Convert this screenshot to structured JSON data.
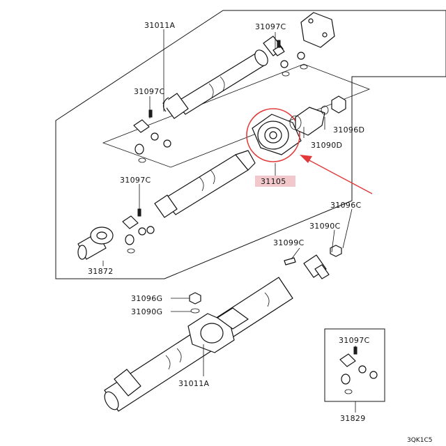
{
  "labels": {
    "p31011A_top": "31011A",
    "p31097C_top": "31097C",
    "p31097C_mid": "31097C",
    "p31097C_low": "31097C",
    "p31105": "31105",
    "p31096D": "31096D",
    "p31090D": "31090D",
    "p31872": "31872",
    "p31096C": "31096C",
    "p31090C": "31090C",
    "p31099C": "31099C",
    "p31096G": "31096G",
    "p31090G": "31090G",
    "p31011A_bottom": "31011A",
    "p31097C_box": "31097C",
    "p31829": "31829",
    "diagram_code": "3QK1C5"
  },
  "colors": {
    "highlight_box": "#f2c8cc",
    "callout": "#e23a3a",
    "ink": "#111111"
  }
}
